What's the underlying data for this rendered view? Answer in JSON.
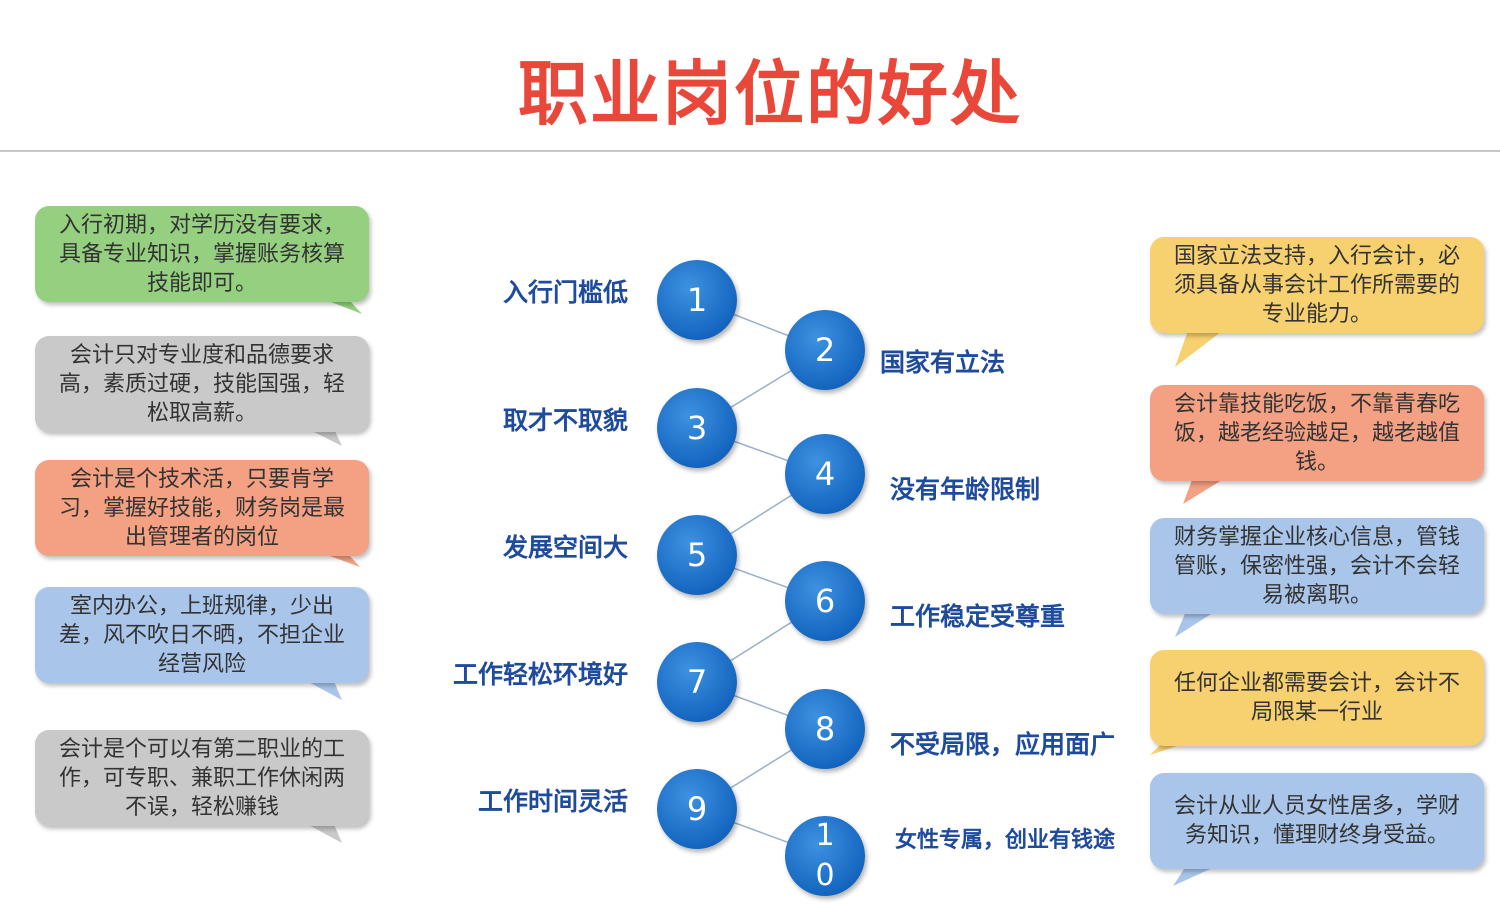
{
  "title": "职业岗位的好处",
  "colors": {
    "green": "#94d07f",
    "grey": "#c9c9c9",
    "salmon": "#f3a083",
    "blue": "#a9c6ea",
    "yellow": "#f7d06f",
    "navy_label": "#1f4b9c",
    "circle": "#1566c0",
    "title": "#e8473a"
  },
  "items": [
    {
      "num": "1",
      "label": "入行门槛低",
      "desc": "入行初期，对学历没有要求，具备专业知识，掌握账务核算技能即可。"
    },
    {
      "num": "2",
      "label": "国家有立法",
      "desc": "国家立法支持，入行会计，必须具备从事会计工作所需要的专业能力。"
    },
    {
      "num": "3",
      "label": "取才不取貌",
      "desc": "会计只对专业度和品德要求高，素质过硬，技能国强，轻松取高薪。"
    },
    {
      "num": "4",
      "label": "没有年龄限制",
      "desc": "会计靠技能吃饭，不靠青春吃饭，越老经验越足，越老越值钱。"
    },
    {
      "num": "5",
      "label": "发展空间大",
      "desc": "会计是个技术活，只要肯学习，掌握好技能，财务岗是最出管理者的岗位"
    },
    {
      "num": "6",
      "label": "工作稳定受尊重",
      "desc": "财务掌握企业核心信息，管钱管账，保密性强，会计不会轻易被离职。"
    },
    {
      "num": "7",
      "label": "工作轻松环境好",
      "desc": "室内办公，上班规律，少出差，风不吹日不晒，不担企业经营风险"
    },
    {
      "num": "8",
      "label": "不受局限，应用面广",
      "desc": "任何企业都需要会计，会计不局限某一行业"
    },
    {
      "num": "9",
      "label": "工作时间灵活",
      "desc": "会计是个可以有第二职业的工作，可专职、兼职工作休闲两不误，轻松赚钱"
    },
    {
      "num": "1\n0",
      "label": "女性专属，创业有钱途",
      "desc": "会计从业人员女性居多，学财务知识，懂理财终身受益。"
    }
  ]
}
